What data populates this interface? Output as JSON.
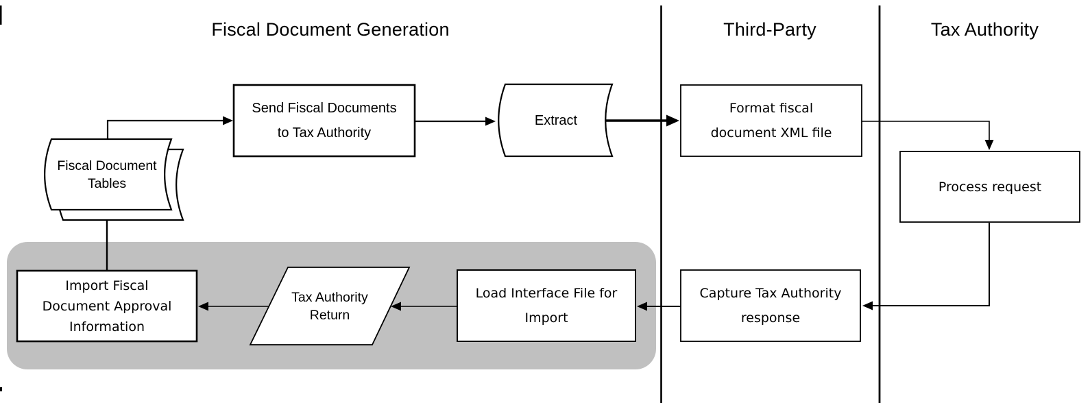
{
  "diagram": {
    "lanes": {
      "fiscal_document_generation": {
        "label": "Fiscal Document Generation"
      },
      "third_party": {
        "label": "Third-Party"
      },
      "tax_authority": {
        "label": "Tax Authority"
      }
    },
    "nodes": {
      "fiscal_document_tables": {
        "shape": "multi-document",
        "lines": [
          "Fiscal Document",
          "Tables"
        ]
      },
      "send_fiscal_documents": {
        "shape": "process",
        "lines": [
          "Send Fiscal  Documents",
          "to Tax Authority"
        ]
      },
      "extract": {
        "shape": "extract",
        "lines": [
          "Extract"
        ]
      },
      "format_fiscal_xml": {
        "shape": "process",
        "lines": [
          "Format fiscal",
          "document XML file"
        ]
      },
      "process_request": {
        "shape": "process",
        "lines": [
          "Process request"
        ]
      },
      "capture_response": {
        "shape": "process",
        "lines": [
          "Capture Tax Authority",
          "response"
        ]
      },
      "load_interface_file": {
        "shape": "process",
        "lines": [
          "Load Interface File for",
          "Import"
        ]
      },
      "tax_authority_return": {
        "shape": "parallelogram",
        "lines": [
          "Tax Authority",
          "Return"
        ]
      },
      "import_approval_info": {
        "shape": "process",
        "lines": [
          "Import Fiscal",
          "Document Approval",
          "Information"
        ]
      }
    },
    "connectors": [
      {
        "from": "fiscal_document_tables",
        "to": "send_fiscal_documents"
      },
      {
        "from": "send_fiscal_documents",
        "to": "extract"
      },
      {
        "from": "extract",
        "to": "format_fiscal_xml"
      },
      {
        "from": "format_fiscal_xml",
        "to": "process_request"
      },
      {
        "from": "process_request",
        "to": "capture_response"
      },
      {
        "from": "capture_response",
        "to": "load_interface_file"
      },
      {
        "from": "load_interface_file",
        "to": "tax_authority_return"
      },
      {
        "from": "tax_authority_return",
        "to": "import_approval_info"
      },
      {
        "from": "import_approval_info",
        "to": "fiscal_document_tables"
      }
    ],
    "colors": {
      "line": "#000000",
      "shape_fill": "#ffffff",
      "group_background": "#c0c0c0",
      "text": "#000000",
      "page_background": "#ffffff"
    }
  }
}
